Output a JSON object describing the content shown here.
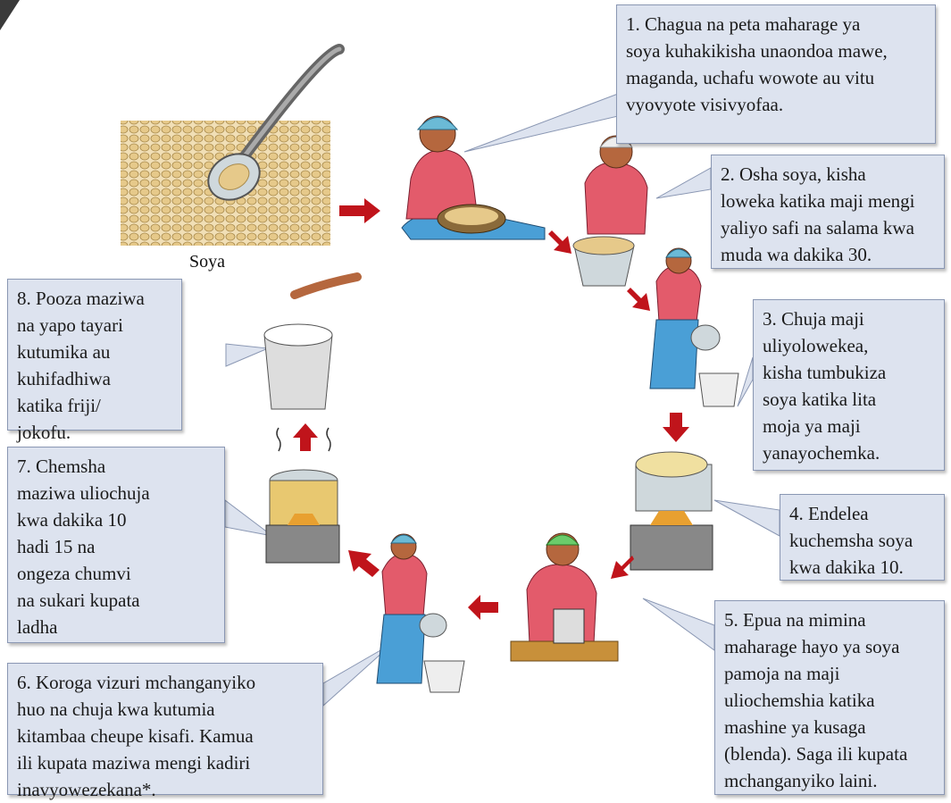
{
  "ingredient_label": "Soya",
  "steps": [
    {
      "text": "1. Chagua na peta maharage ya\nsoya kuhakikisha unaondoa mawe,\nmaganda, uchafu wowote au vitu\nvyovyote  visivyofaa."
    },
    {
      "text": "2. Osha soya, kisha\nloweka katika maji mengi\nyaliyo safi na salama kwa\nmuda wa dakika 30."
    },
    {
      "text": "3. Chuja maji\nuliyolowekea,\nkisha tumbukiza\nsoya katika lita\nmoja ya maji\nyanayochemka."
    },
    {
      "text": "4. Endelea\nkuchemsha soya\nkwa dakika 10."
    },
    {
      "text": "5. Epua na mimina\nmaharage hayo ya soya\npamoja na maji\nuliochemshia katika\nmashine ya kusaga\n(blenda). Saga ili kupata\nmchanganyiko laini."
    },
    {
      "text": "6. Koroga vizuri mchanganyiko\nhuo na chuja kwa kutumia\nkitambaa cheupe kisafi. Kamua\nili kupata maziwa mengi kadiri\ninavyowezekana*."
    },
    {
      "text": "7. Chemsha\nmaziwa uliochuja\nkwa dakika 10\nhadi 15 na\nongeza chumvi\nna sukari kupata\nladha"
    },
    {
      "text": "8. Pooza maziwa\nna yapo tayari\nkutumika au\nkuhifadhiwa\nkatika friji/\njokofu."
    }
  ],
  "colors": {
    "callout_fill": "#dde3ef",
    "callout_border": "#8a97b3",
    "arrow": "#c0141b",
    "shirt": "#e35b6b",
    "skirt": "#4a9fd6",
    "headscarf": "#6bbad6",
    "skin": "#b5673e",
    "soy": "#e6c98a"
  }
}
